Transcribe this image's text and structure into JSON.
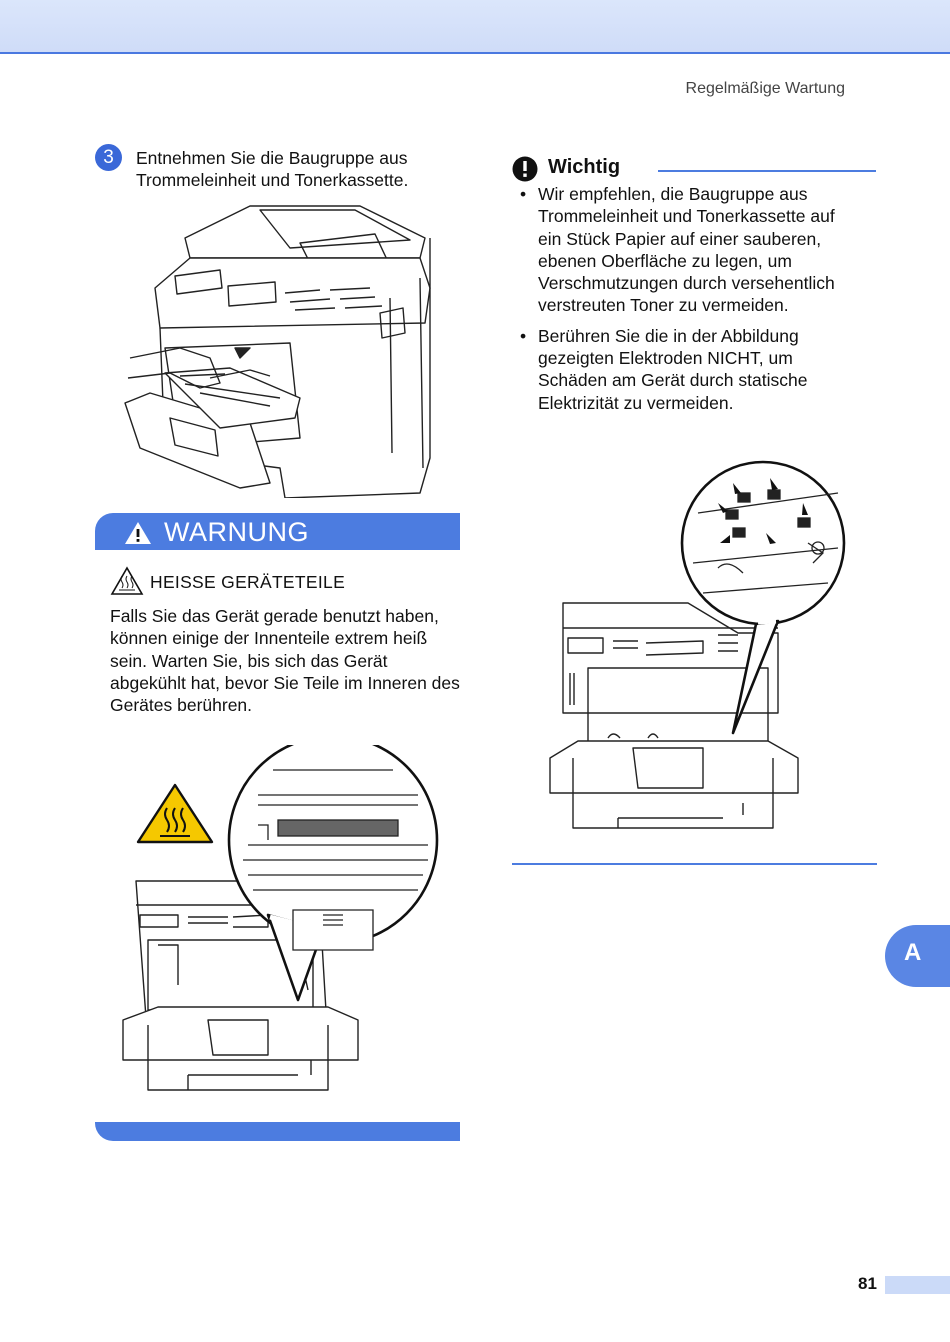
{
  "header": {
    "section_title": "Regelmäßige Wartung"
  },
  "step": {
    "number": "3",
    "text": "Entnehmen Sie die Baugruppe aus Trommeleinheit und Tonerkassette."
  },
  "warning": {
    "title": "WARNUNG",
    "hot_heading": "HEISSE GERÄTETEILE",
    "body": "Falls Sie das Gerät gerade benutzt haben, können einige der Innenteile extrem heiß sein. Warten Sie, bis sich das Gerät abgekühlt hat, bevor Sie Teile im Inneren des Gerätes berühren."
  },
  "important": {
    "title": "Wichtig",
    "bullets": [
      "Wir empfehlen, die Baugruppe aus Trommeleinheit und Tonerkassette auf ein Stück Papier auf einer sauberen, ebenen Oberfläche zu legen, um Verschmutzungen durch versehentlich verstreuten Toner zu vermeiden.",
      "Berühren Sie die in der Abbildung gezeigten Elektroden NICHT, um Schäden am Gerät durch statische Elektrizität zu vermeiden."
    ]
  },
  "side_tab": {
    "label": "A"
  },
  "footer": {
    "page_number": "81"
  },
  "colors": {
    "accent": "#4c7ce0",
    "step_badge": "#3a68d8",
    "hot_symbol": "#f5c800"
  }
}
